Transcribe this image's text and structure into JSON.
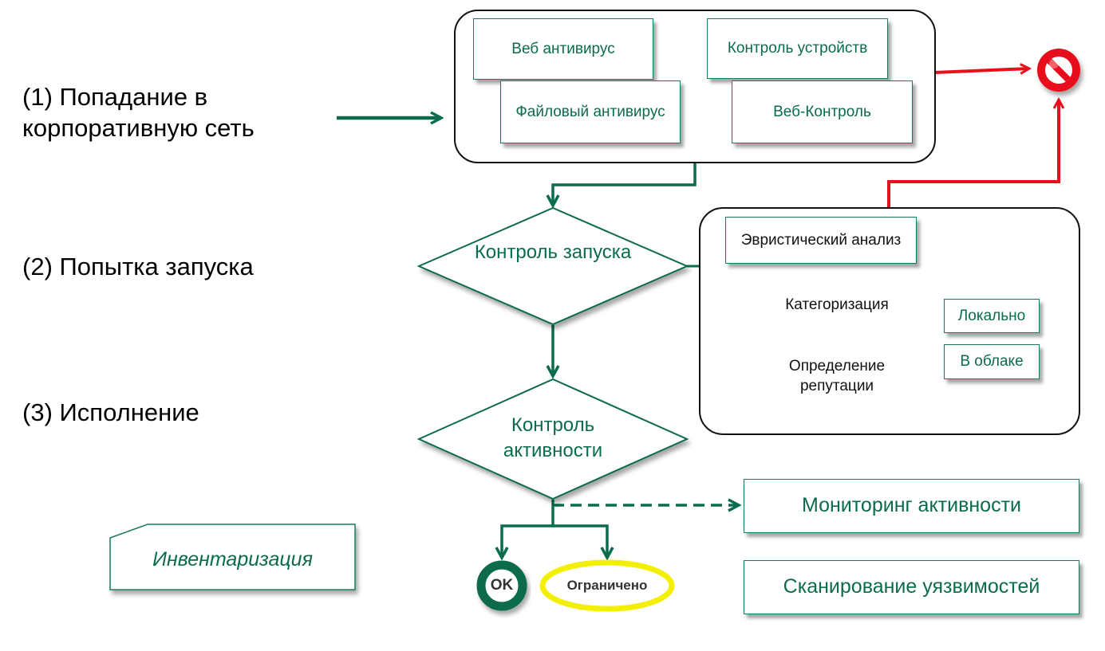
{
  "stages": {
    "stage1": "(1) Попадание в корпоративную сеть",
    "stage2": "(2) Попытка запуска",
    "stage3": "(3) Исполнение"
  },
  "network_group": {
    "web_antivirus": "Веб антивирус",
    "file_antivirus": "Файловый антивирус",
    "device_control": "Контроль устройств",
    "web_control": "Веб-Контроль"
  },
  "decisions": {
    "launch_control": "Контроль запуска",
    "activity_control": "Контроль активности"
  },
  "analysis_group": {
    "heuristic": "Эвристический анализ",
    "categorization": "Категоризация",
    "reputation": "Определение репутации",
    "local": "Локально",
    "cloud": "В облаке"
  },
  "outcomes": {
    "ok": "OK",
    "restricted": "Ограничено"
  },
  "side_boxes": {
    "activity_monitoring": "Мониторинг активности",
    "vulnerability_scan": "Сканирование уязвимостей",
    "inventory": "Инвентаризация"
  },
  "colors": {
    "green": "#0b6b4e",
    "block_red": "#e8101a",
    "restricted_yellow": "#f2ef00"
  }
}
